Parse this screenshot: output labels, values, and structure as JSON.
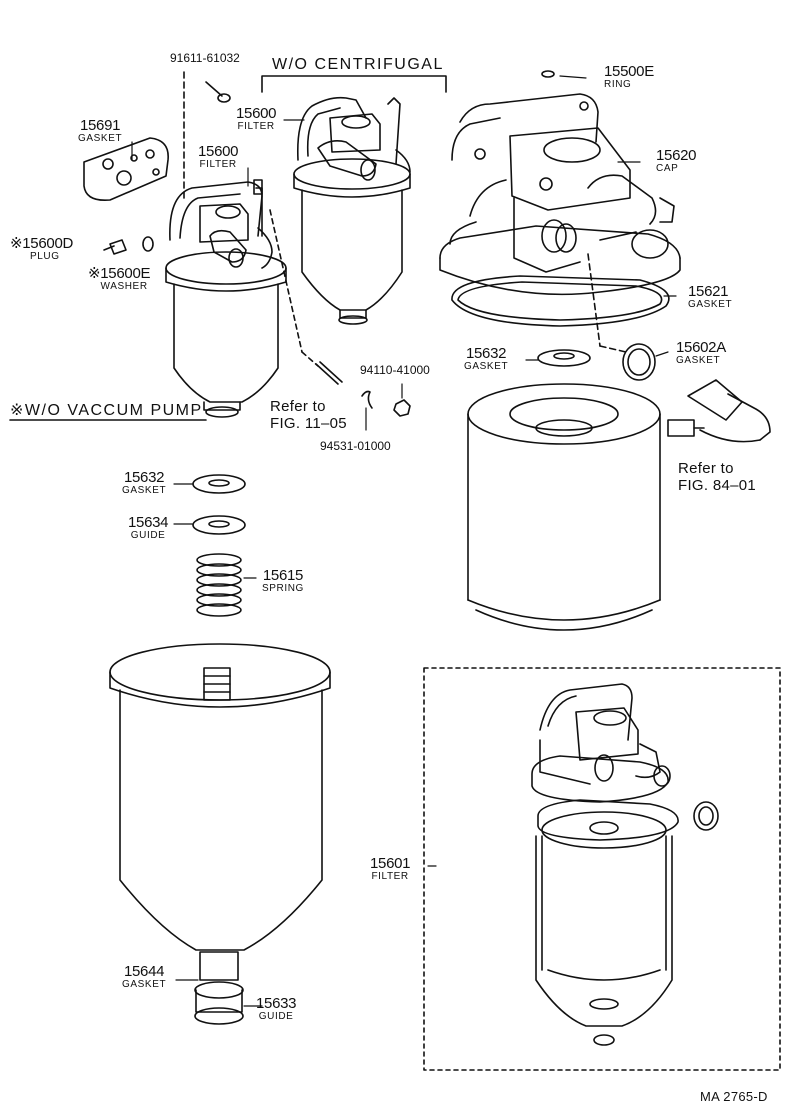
{
  "headings": {
    "wo_centrifugal": "W/O CENTRIFUGAL",
    "wo_vaccum_pump": "※W/O VACCUM PUMP"
  },
  "parts": [
    {
      "id": "p91611",
      "number": "91611-61032",
      "name": ""
    },
    {
      "id": "p15691",
      "number": "15691",
      "name": "GASKET"
    },
    {
      "id": "p15600a",
      "number": "15600",
      "name": "FILTER"
    },
    {
      "id": "p15600b",
      "number": "15600",
      "name": "FILTER"
    },
    {
      "id": "p15600d",
      "number": "※15600D",
      "name": "PLUG"
    },
    {
      "id": "p15600e",
      "number": "※15600E",
      "name": "WASHER"
    },
    {
      "id": "p15500e",
      "number": "15500E",
      "name": "RING"
    },
    {
      "id": "p15620",
      "number": "15620",
      "name": "CAP"
    },
    {
      "id": "p15621",
      "number": "15621",
      "name": "GASKET"
    },
    {
      "id": "p15602a",
      "number": "15602A",
      "name": "GASKET"
    },
    {
      "id": "p15632a",
      "number": "15632",
      "name": "GASKET"
    },
    {
      "id": "p94110",
      "number": "94110-41000",
      "name": ""
    },
    {
      "id": "p94531",
      "number": "94531-01000",
      "name": ""
    },
    {
      "id": "p15632b",
      "number": "15632",
      "name": "GASKET"
    },
    {
      "id": "p15634",
      "number": "15634",
      "name": "GUIDE"
    },
    {
      "id": "p15615",
      "number": "15615",
      "name": "SPRING"
    },
    {
      "id": "p15601",
      "number": "15601",
      "name": "FILTER"
    },
    {
      "id": "p15644",
      "number": "15644",
      "name": "GASKET"
    },
    {
      "id": "p15633",
      "number": "15633",
      "name": "GUIDE"
    }
  ],
  "references": {
    "ref_11_05_line1": "Refer to",
    "ref_11_05_line2": "FIG. 11–05",
    "ref_84_01_line1": "Refer to",
    "ref_84_01_line2": "FIG. 84–01"
  },
  "footer": {
    "code": "MA  2765-D"
  }
}
